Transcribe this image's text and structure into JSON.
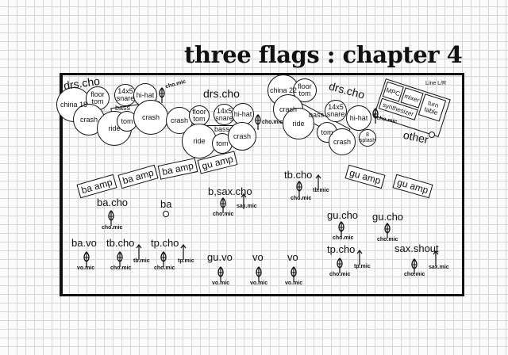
{
  "title": "three flags : chapter 4",
  "kit1": {
    "label": "drs.cho",
    "china": "china 18",
    "floor_tom": "floor tom",
    "snare": "14x5 snare",
    "hihat": "hi-hat",
    "crash1": "crash",
    "ride": "ride",
    "tom": "tom",
    "crash2": "crash",
    "bass": "bass",
    "mic": "cho.mic"
  },
  "kit2": {
    "label": "drs.cho",
    "crash1": "crash",
    "floor_tom": "floor tom",
    "snare": "14x5 snare",
    "hihat": "hi-hat",
    "ride": "ride",
    "tom": "tom",
    "crash2": "crash",
    "bass": "bass",
    "mic": "cho.mic"
  },
  "kit3": {
    "label": "drs.cho",
    "china": "china 22",
    "floor_tom": "floor tom",
    "crash1": "crash",
    "ride": "ride",
    "bass": "bass",
    "snare": "14x5 snare",
    "hihat": "hi-hat",
    "tom": "tom",
    "crash2": "crash",
    "splash": "8 splash",
    "mic": "cho.mic"
  },
  "other": {
    "label": "other",
    "line": "Line L/R",
    "mpc": "MPC",
    "mixer": "mixer",
    "turntable": "turn table",
    "synth": "synthesizer"
  },
  "amps": [
    "ba amp",
    "ba amp",
    "ba amp",
    "gu amp",
    "gu amp",
    "gu amp"
  ],
  "positions": {
    "ba_cho": {
      "label": "ba.cho",
      "mic": "cho.mic"
    },
    "ba": {
      "label": "ba"
    },
    "bsax_cho": {
      "label": "b,sax.cho",
      "mic": "cho.mic",
      "mic2": "sax.mic"
    },
    "tb_cho_top": {
      "label": "tb.cho",
      "mic": "cho.mic",
      "mic2": "tb.mic"
    },
    "gu_cho1": {
      "label": "gu.cho",
      "mic": "cho.mic"
    },
    "gu_cho2": {
      "label": "gu.cho",
      "mic": "cho.mic"
    },
    "ba_vo": {
      "label": "ba.vo",
      "mic": "vo.mic"
    },
    "tb_cho": {
      "label": "tb.cho",
      "mic": "cho.mic",
      "mic2": "tb.mic"
    },
    "tp_cho": {
      "label": "tp.cho",
      "mic": "cho.mic",
      "mic2": "tp.mic"
    },
    "gu_vo": {
      "label": "gu.vo",
      "mic": "vo.mic"
    },
    "vo1": {
      "label": "vo",
      "mic": "vo.mic"
    },
    "vo2": {
      "label": "vo",
      "mic": "vo.mic"
    },
    "tp_cho2": {
      "label": "tp.cho",
      "mic": "cho.mic",
      "mic2": "tp.mic"
    },
    "sax_shout": {
      "label": "sax.shout",
      "mic": "cho.mic",
      "mic2": "sax.mic"
    }
  }
}
